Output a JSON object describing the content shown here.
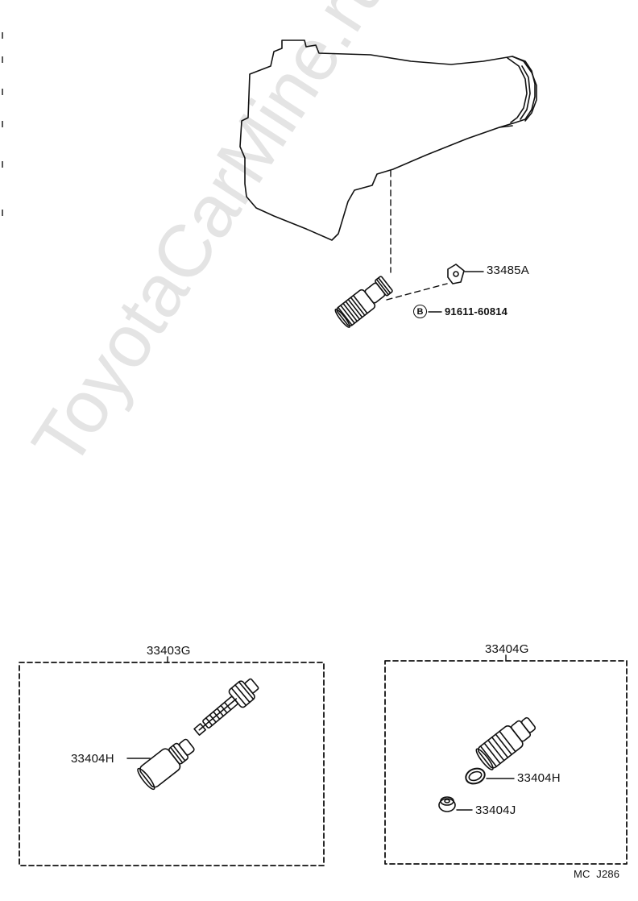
{
  "watermark": "ToyotaCarMine.ru",
  "callouts": {
    "clip": "33485A",
    "bolt_marker": "B",
    "bolt": "91611-60814",
    "kit_left_title": "33403G",
    "kit_left_sleeve": "33404H",
    "kit_right_title": "33404G",
    "kit_right_oring": "33404H",
    "kit_right_seal": "33404J"
  },
  "footer": {
    "code": "MC  J286"
  }
}
